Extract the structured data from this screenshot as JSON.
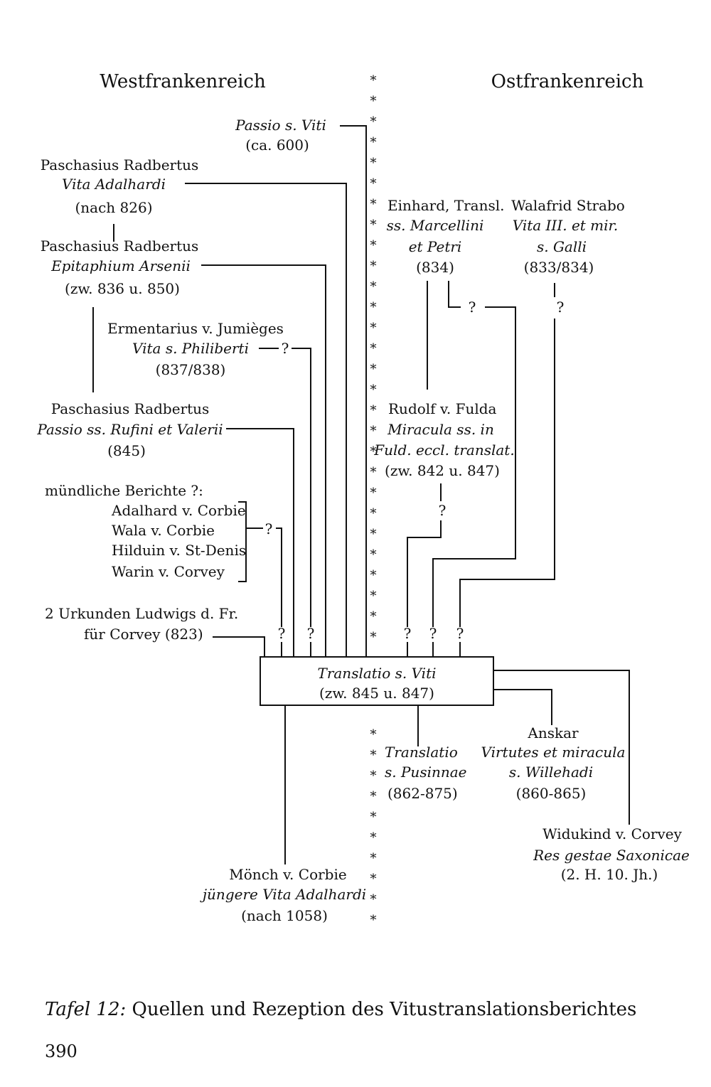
{
  "headers": {
    "west": "Westfrankenreich",
    "east": "Ostfrankenreich"
  },
  "divider_symbol": "*",
  "uncertain_symbol": "?",
  "nodes": {
    "passio_viti": {
      "title": "Passio s. Viti",
      "date": "(ca. 600)"
    },
    "paschasius_1": {
      "author": "Paschasius Radbertus",
      "title": "Vita Adalhardi",
      "date": "(nach 826)"
    },
    "paschasius_2": {
      "author": "Paschasius Radbertus",
      "title": "Epitaphium Arsenii",
      "date": "(zw. 836 u. 850)"
    },
    "ermentarius": {
      "author": "Ermentarius v. Jumièges",
      "title": "Vita s. Philiberti",
      "date": "(837/838)"
    },
    "paschasius_3": {
      "author": "Paschasius Radbertus",
      "title": "Passio ss. Rufini et Valerii",
      "date": "(845)"
    },
    "muendliche": {
      "heading": "mündliche Berichte ?:",
      "items": [
        "Adalhard v. Corbie",
        "Wala v. Corbie",
        "Hilduin v. St-Denis",
        "Warin v. Corvey"
      ]
    },
    "urkunden": {
      "line1": "2 Urkunden Ludwigs d. Fr.",
      "line2": "für Corvey (823)"
    },
    "einhard": {
      "author": "Einhard, Transl.",
      "title1": "ss. Marcellini",
      "title2": "et Petri",
      "date": "(834)"
    },
    "walafrid": {
      "author": "Walafrid Strabo",
      "title1": "Vita III. et mir.",
      "title2": "s. Galli",
      "date": "(833/834)"
    },
    "rudolf": {
      "author": "Rudolf v. Fulda",
      "title1": "Miracula ss. in",
      "title2": "Fuld. eccl. translat.",
      "date": "(zw. 842 u. 847)"
    },
    "translatio_viti": {
      "title": "Translatio s. Viti",
      "date": "(zw. 845 u. 847)"
    },
    "translatio_pusinnae": {
      "title1": "Translatio",
      "title2": "s. Pusinnae",
      "date": "(862-875)"
    },
    "anskar": {
      "author": "Anskar",
      "title1": "Virtutes et miracula",
      "title2": "s. Willehadi",
      "date": "(860-865)"
    },
    "widukind": {
      "author": "Widukind v. Corvey",
      "title": "Res gestae Saxonicae",
      "date": "(2. H. 10. Jh.)"
    },
    "moench": {
      "author": "Mönch v. Corbie",
      "title": "jüngere Vita Adalhardi",
      "date": "(nach 1058)"
    }
  },
  "caption": {
    "label": "Tafel 12:",
    "text": "Quellen und Rezeption des Vitustranslationsberichtes"
  },
  "page_number": "390"
}
